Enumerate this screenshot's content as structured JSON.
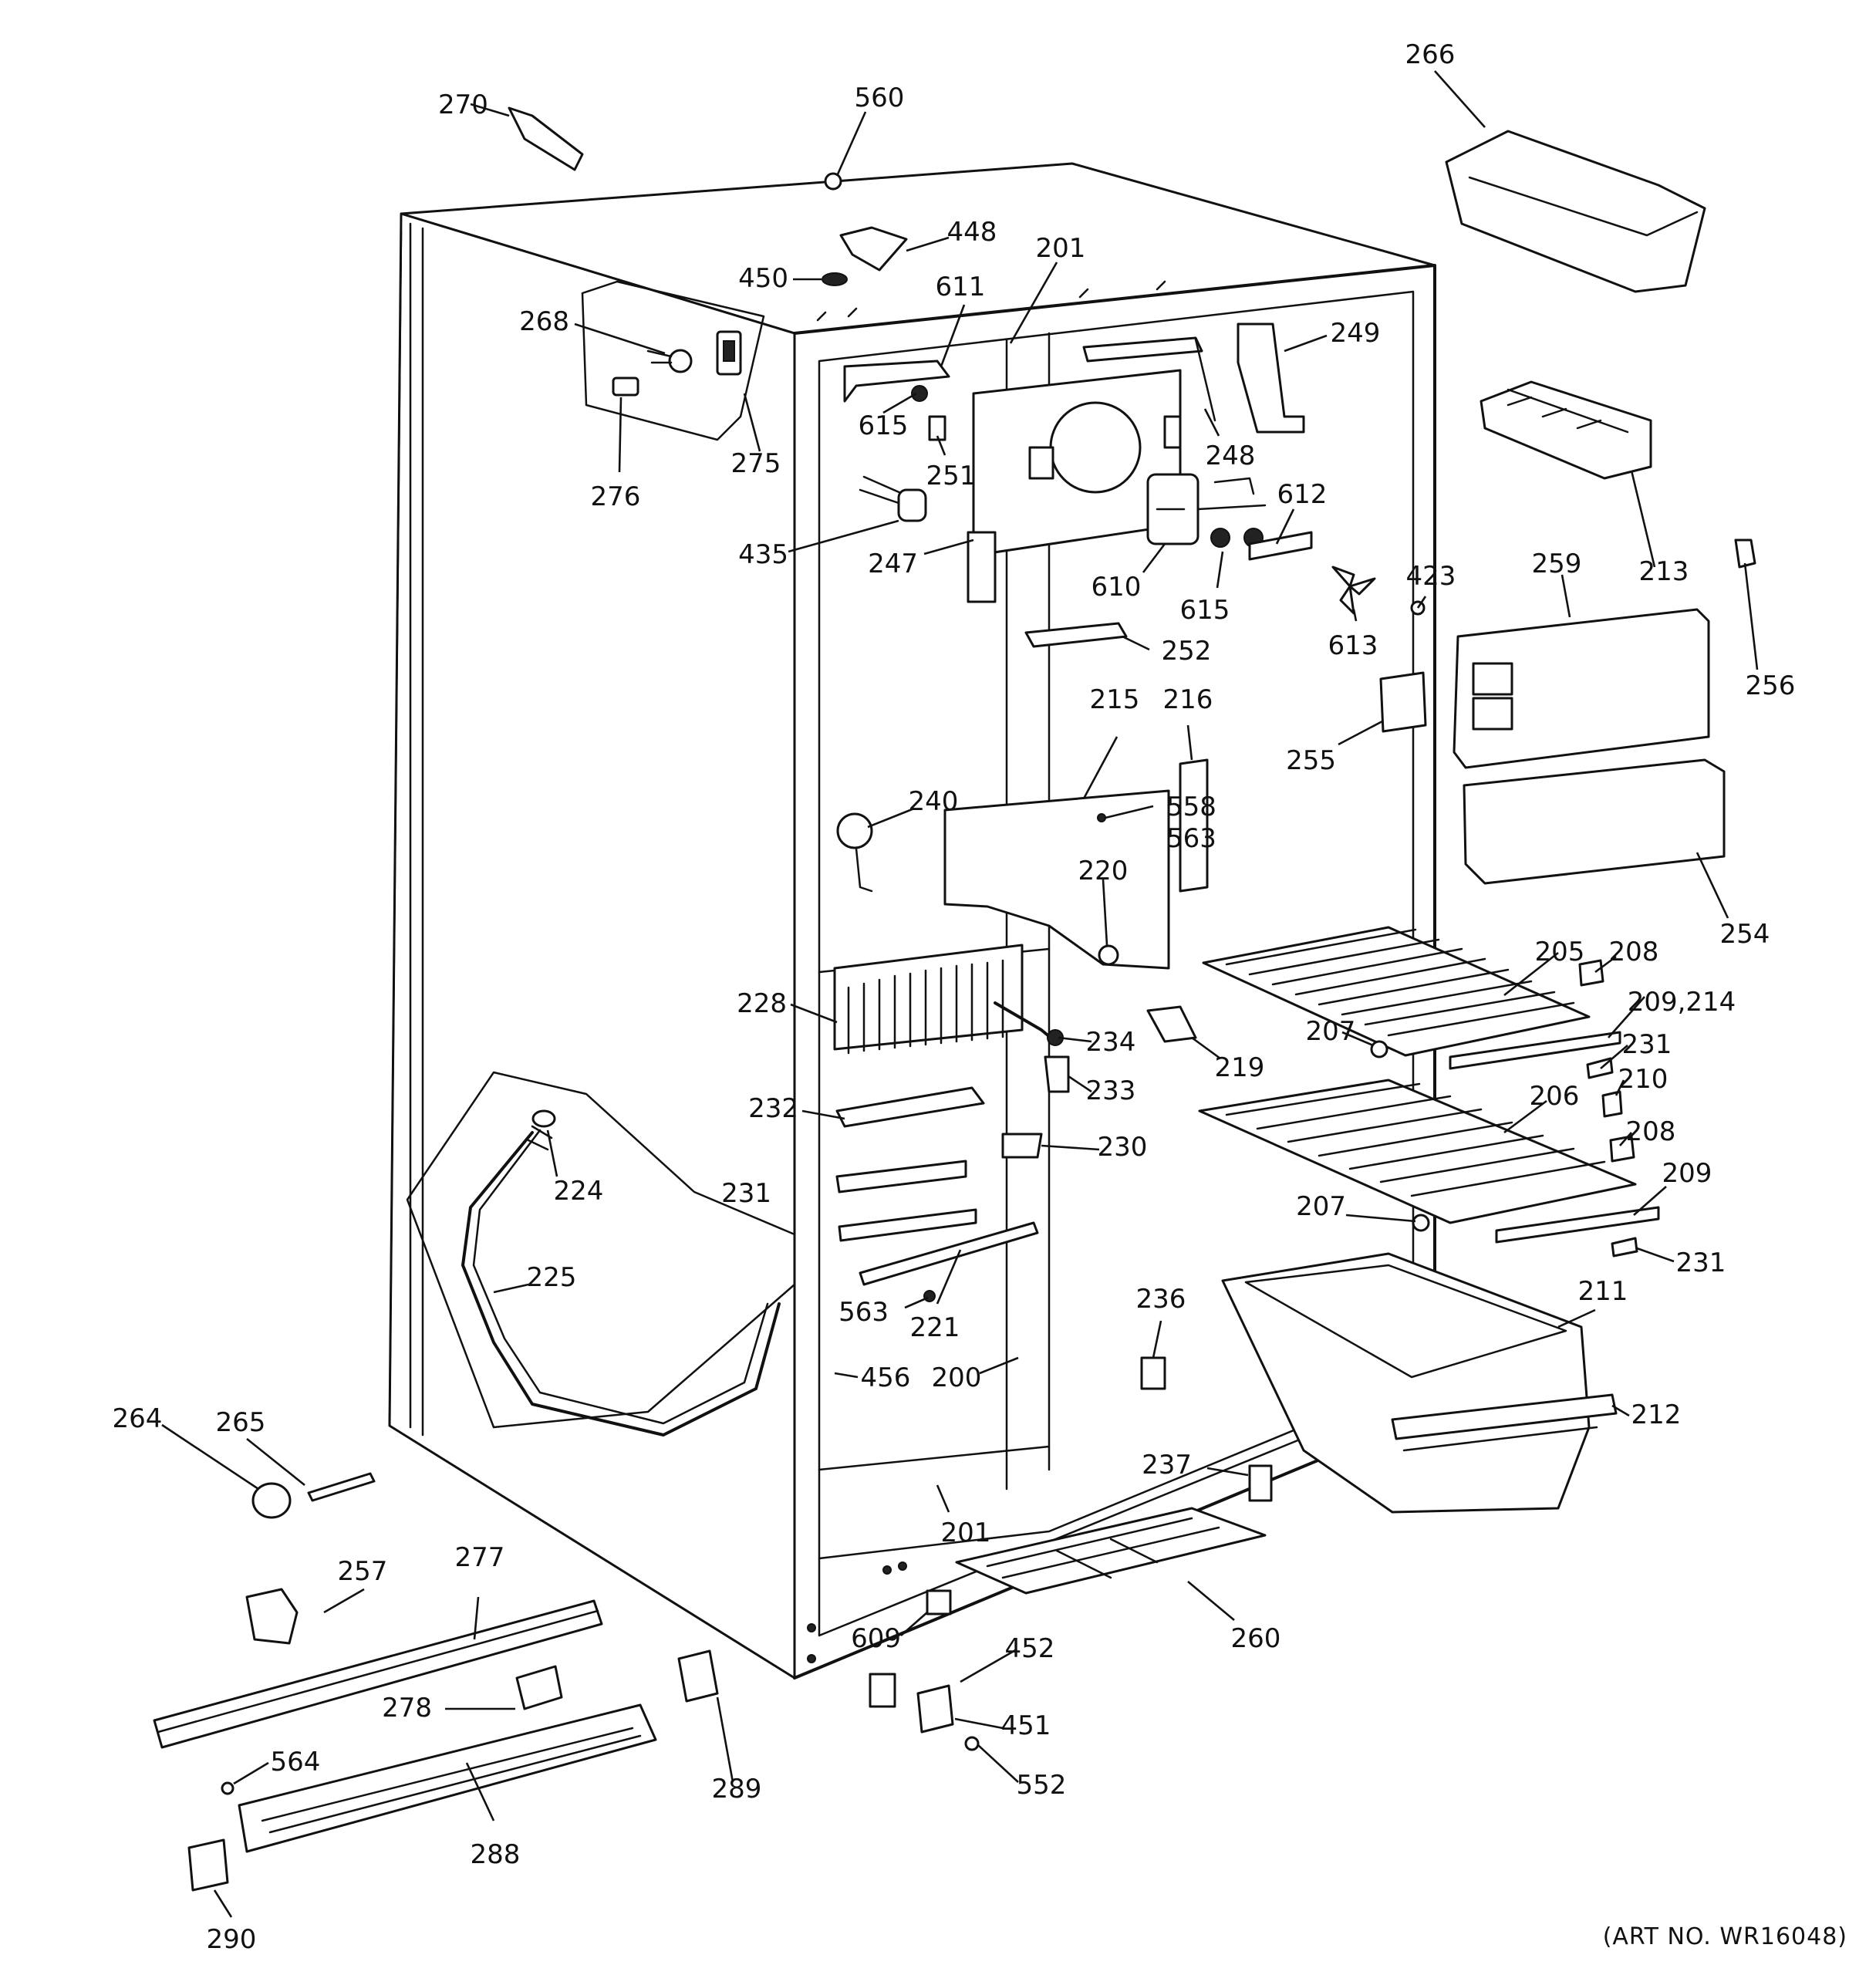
{
  "art_number": "(ART NO. WR16048)",
  "callouts": [
    {
      "id": "c270",
      "text": "270"
    },
    {
      "id": "c560",
      "text": "560"
    },
    {
      "id": "c266",
      "text": "266"
    },
    {
      "id": "c448",
      "text": "448"
    },
    {
      "id": "c450",
      "text": "450"
    },
    {
      "id": "c611",
      "text": "611"
    },
    {
      "id": "c201a",
      "text": "201"
    },
    {
      "id": "c249",
      "text": "249"
    },
    {
      "id": "c268",
      "text": "268"
    },
    {
      "id": "c275",
      "text": "275"
    },
    {
      "id": "c276",
      "text": "276"
    },
    {
      "id": "c615a",
      "text": "615"
    },
    {
      "id": "c251",
      "text": "251"
    },
    {
      "id": "c248",
      "text": "248"
    },
    {
      "id": "c213",
      "text": "213"
    },
    {
      "id": "c612",
      "text": "612"
    },
    {
      "id": "c435",
      "text": "435"
    },
    {
      "id": "c247",
      "text": "247"
    },
    {
      "id": "c610",
      "text": "610"
    },
    {
      "id": "c615b",
      "text": "615"
    },
    {
      "id": "c423",
      "text": "423"
    },
    {
      "id": "c259",
      "text": "259"
    },
    {
      "id": "c613",
      "text": "613"
    },
    {
      "id": "c256",
      "text": "256"
    },
    {
      "id": "c252",
      "text": "252"
    },
    {
      "id": "c215",
      "text": "215"
    },
    {
      "id": "c216",
      "text": "216"
    },
    {
      "id": "c255",
      "text": "255"
    },
    {
      "id": "c240",
      "text": "240"
    },
    {
      "id": "c558",
      "text": "558"
    },
    {
      "id": "c563a",
      "text": "563"
    },
    {
      "id": "c220",
      "text": "220"
    },
    {
      "id": "c254",
      "text": "254"
    },
    {
      "id": "c205",
      "text": "205"
    },
    {
      "id": "c208a",
      "text": "208"
    },
    {
      "id": "c228",
      "text": "228"
    },
    {
      "id": "c209214",
      "text": "209,214"
    },
    {
      "id": "c207a",
      "text": "207"
    },
    {
      "id": "c234",
      "text": "234"
    },
    {
      "id": "c231a",
      "text": "231"
    },
    {
      "id": "c219",
      "text": "219"
    },
    {
      "id": "c210",
      "text": "210"
    },
    {
      "id": "c233",
      "text": "233"
    },
    {
      "id": "c206",
      "text": "206"
    },
    {
      "id": "c232",
      "text": "232"
    },
    {
      "id": "c208b",
      "text": "208"
    },
    {
      "id": "c230",
      "text": "230"
    },
    {
      "id": "c224",
      "text": "224"
    },
    {
      "id": "c209",
      "text": "209"
    },
    {
      "id": "c231b",
      "text": "231"
    },
    {
      "id": "c207b",
      "text": "207"
    },
    {
      "id": "c231c",
      "text": "231"
    },
    {
      "id": "c225",
      "text": "225"
    },
    {
      "id": "c211",
      "text": "211"
    },
    {
      "id": "c563b",
      "text": "563"
    },
    {
      "id": "c221",
      "text": "221"
    },
    {
      "id": "c236",
      "text": "236"
    },
    {
      "id": "c456",
      "text": "456"
    },
    {
      "id": "c200",
      "text": "200"
    },
    {
      "id": "c264",
      "text": "264"
    },
    {
      "id": "c265",
      "text": "265"
    },
    {
      "id": "c212",
      "text": "212"
    },
    {
      "id": "c237",
      "text": "237"
    },
    {
      "id": "c201b",
      "text": "201"
    },
    {
      "id": "c257",
      "text": "257"
    },
    {
      "id": "c277",
      "text": "277"
    },
    {
      "id": "c260",
      "text": "260"
    },
    {
      "id": "c609",
      "text": "609"
    },
    {
      "id": "c452",
      "text": "452"
    },
    {
      "id": "c278",
      "text": "278"
    },
    {
      "id": "c451",
      "text": "451"
    },
    {
      "id": "c564",
      "text": "564"
    },
    {
      "id": "c289",
      "text": "289"
    },
    {
      "id": "c552",
      "text": "552"
    },
    {
      "id": "c288",
      "text": "288"
    },
    {
      "id": "c290",
      "text": "290"
    }
  ]
}
